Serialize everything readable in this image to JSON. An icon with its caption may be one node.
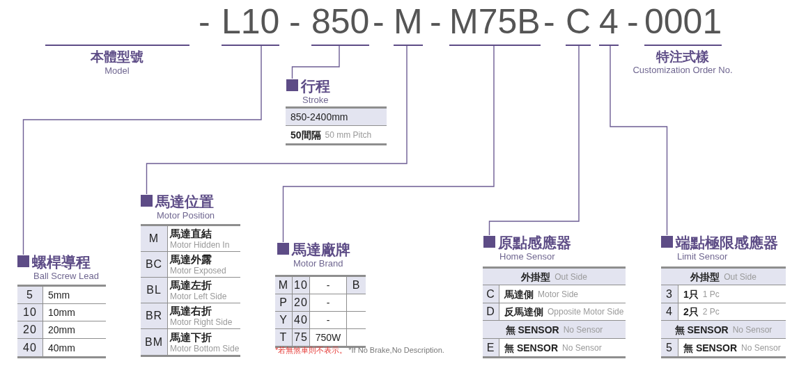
{
  "diagram": {
    "nodes": [
      {
        "text": [
          "L10"
        ]
      },
      {
        "text": [
          "850"
        ]
      },
      {
        "text": [
          "M"
        ]
      },
      {
        "text": [
          "M75B"
        ]
      },
      {
        "text": [
          "C"
        ]
      },
      {
        "text": [
          "4"
        ]
      },
      {
        "text": [
          "行程",
          "Stroke"
        ]
      },
      {
        "text": [
          "馬達位置",
          "Motor Position"
        ]
      },
      {
        "text": [
          "原點感應器",
          "Home Sensor"
        ]
      },
      {
        "text": [
          "端點極限感應器",
          "Limit Sensor"
        ]
      },
      {
        "text": [
          "馬達廠牌",
          "Motor Brand"
        ]
      },
      {
        "text": [
          "螺桿導程",
          "Ball Screw Lead"
        ]
      }
    ],
    "edges": [
      {
        "from": 0,
        "to": 11,
        "arrow": "none"
      },
      {
        "from": 1,
        "to": 6,
        "arrow": "none"
      },
      {
        "from": 2,
        "to": 7,
        "arrow": "none"
      },
      {
        "from": 3,
        "to": 10,
        "arrow": "none"
      },
      {
        "from": 4,
        "to": 8,
        "arrow": "none"
      },
      {
        "from": 5,
        "to": 9,
        "arrow": "none"
      }
    ],
    "labels": [
      "-",
      "-",
      "-",
      "-",
      "-",
      "-",
      "0001",
      "本體型號",
      "Model",
      "特注式樣",
      "Customization Order No.",
      "850-2400mm",
      "50間隔",
      "50 mm Pitch",
      "M",
      "馬達直結",
      "Motor Hidden In",
      "BC",
      "馬達外露",
      "Motor Exposed",
      "BL",
      "馬達左折",
      "Motor Left Side",
      "BR",
      "馬達右折",
      "Motor Right Side",
      "BM",
      "馬達下折",
      "Motor Bottom Side",
      "外掛型",
      "Out Side",
      "C",
      "馬達側",
      "Motor Side",
      "D",
      "反馬達側",
      "Opposite Motor Side",
      "無 SENSOR",
      "No Sensor",
      "E",
      "無 SENSOR",
      "No Sensor",
      "外掛型",
      "Out Side",
      "3",
      "1只",
      "1 Pc",
      "4",
      "2只",
      "2 Pc",
      "無 SENSOR",
      "No Sensor",
      "5",
      "無 SENSOR",
      "No Sensor",
      "M",
      "10",
      "-",
      "B",
      "P",
      "20",
      "-",
      "Y",
      "40",
      "-",
      "T",
      "75",
      "750W",
      "*若無煞車則不表示。",
      "*If No Brake,No Description.",
      "5",
      "5mm",
      "10",
      "10mm",
      "20",
      "20mm",
      "40",
      "40mm"
    ]
  }
}
